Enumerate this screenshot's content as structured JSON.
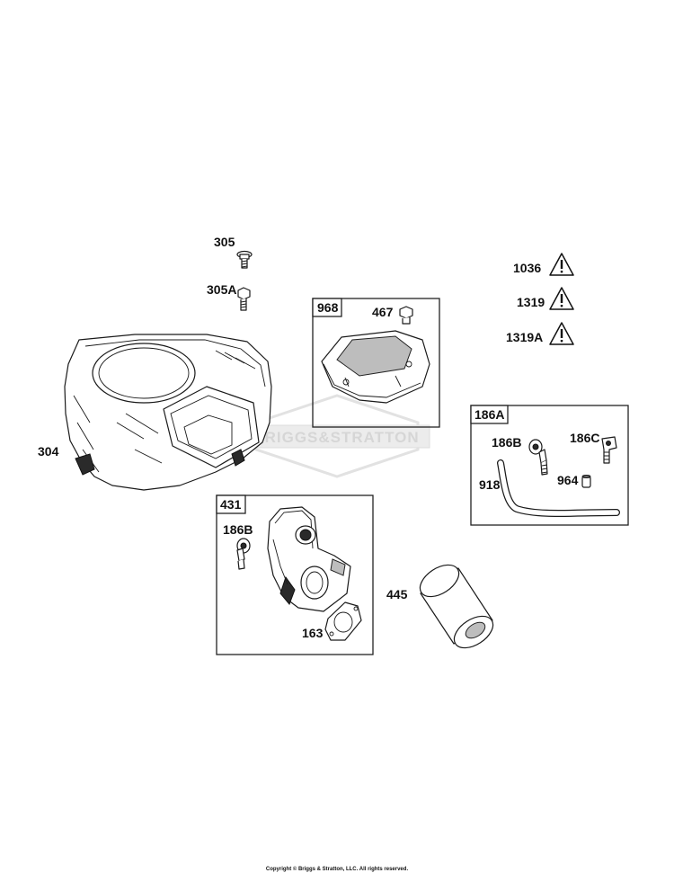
{
  "callouts": {
    "c305": "305",
    "c305A": "305A",
    "c304": "304",
    "c968": "968",
    "c467": "467",
    "c1036": "1036",
    "c1319": "1319",
    "c1319A": "1319A",
    "c186A": "186A",
    "c186B_kit": "186B",
    "c186C": "186C",
    "c918": "918",
    "c964": "964",
    "c431": "431",
    "c186B": "186B",
    "c163": "163",
    "c445": "445"
  },
  "watermark": "BRIGGS&STRATTON",
  "copyright": "Copyright © Briggs & Stratton, LLC. All rights reserved.",
  "icons": [
    "warning-triangle-icon",
    "warning-triangle-icon",
    "warning-triangle-icon"
  ]
}
